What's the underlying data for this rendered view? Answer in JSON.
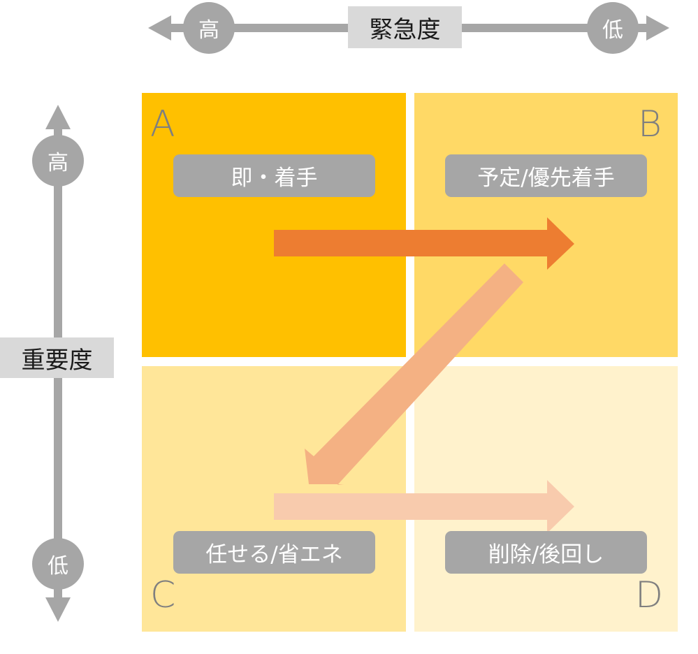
{
  "urgency_axis": {
    "title": "緊急度",
    "high_label": "高",
    "low_label": "低"
  },
  "importance_axis": {
    "title": "重要度",
    "high_label": "高",
    "low_label": "低"
  },
  "quadrants": [
    {
      "letter": "A",
      "label": "即・着手",
      "color": "#ffc000"
    },
    {
      "letter": "B",
      "label": "予定/優先着手",
      "color": "#ffd966"
    },
    {
      "letter": "C",
      "label": "任せる/省エネ",
      "color": "#ffe699"
    },
    {
      "letter": "D",
      "label": "削除/後回し",
      "color": "#fff2cc"
    }
  ],
  "flow_arrows": [
    {
      "from": "A",
      "to": "B",
      "color": "#ed7d31"
    },
    {
      "from": "B",
      "to": "C",
      "color": "#f4b183"
    },
    {
      "from": "C",
      "to": "D",
      "color": "#f8cbad"
    }
  ],
  "colors": {
    "axis": "#a6a6a6",
    "axis_title_bg": "#d9d9d9",
    "letter": "#7f7f7f"
  }
}
